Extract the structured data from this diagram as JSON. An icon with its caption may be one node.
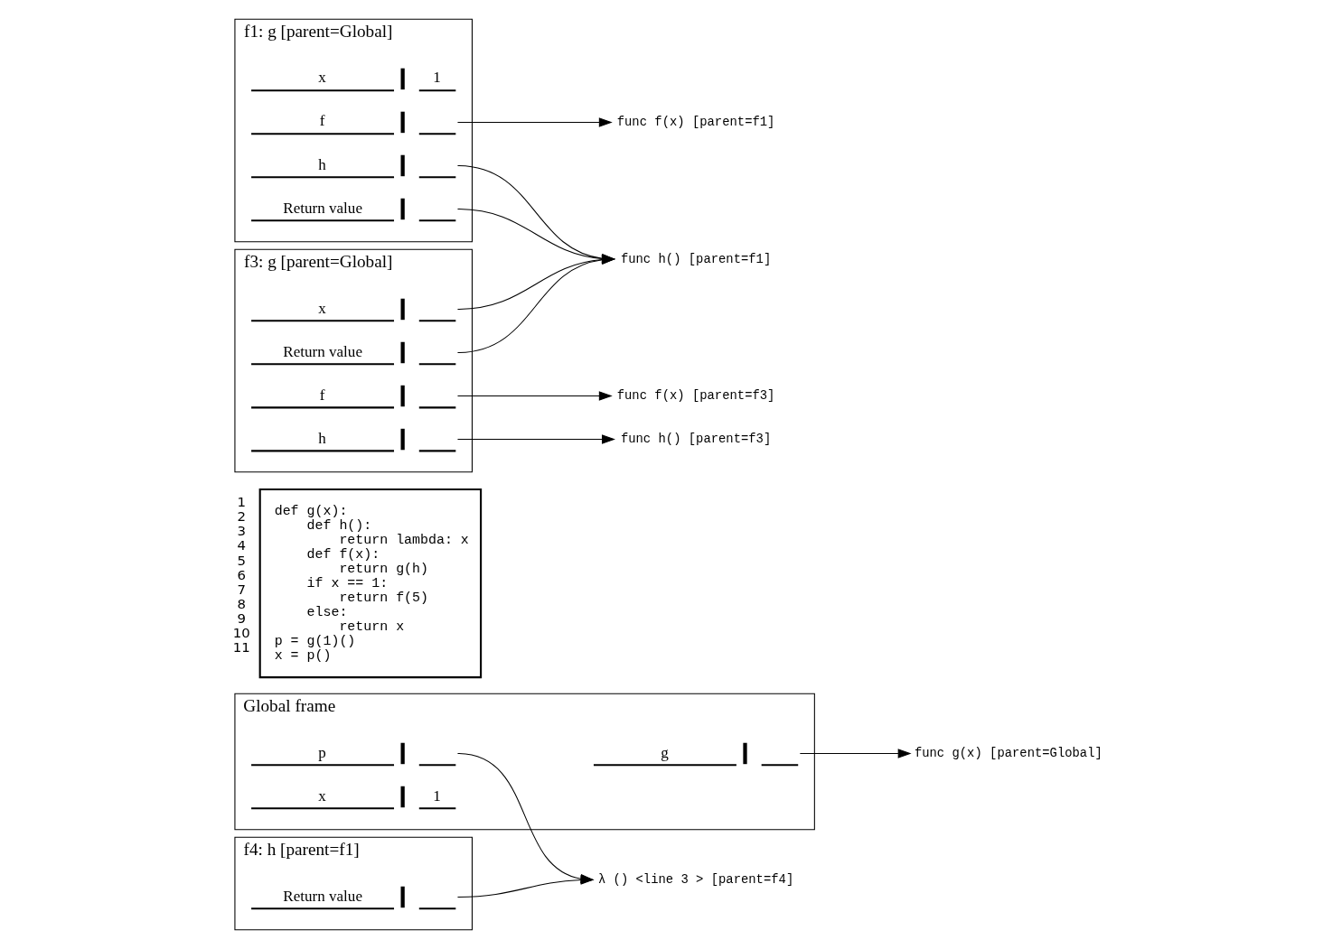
{
  "diagram": {
    "nodes": [
      {
        "text": [
          "def g(x):",
          "    def h():",
          "        return lambda: x",
          "    def f(x):",
          "        return g(h)",
          "    if x == 1:",
          "        return f(5)",
          "    else:",
          "        return x",
          "p = g(1)()",
          "x = p()"
        ],
        "beside": [
          "1",
          "2",
          "3",
          "4",
          "5",
          "6",
          "7",
          "8",
          "9",
          "10",
          "11"
        ]
      },
      {
        "text": [
          "Global frame"
        ]
      },
      {
        "text": [
          "g"
        ],
        "in": 1
      },
      {
        "text": [
          "p"
        ],
        "in": 1
      },
      {
        "text": [
          "x",
          "1"
        ],
        "in": 1
      },
      {
        "text": [
          "f1: g [parent=Global]"
        ]
      },
      {
        "text": [
          "x",
          "1"
        ],
        "in": 5
      },
      {
        "text": [
          "f"
        ],
        "in": 5
      },
      {
        "text": [
          "h"
        ],
        "in": 5
      },
      {
        "text": [
          "Return value"
        ],
        "in": 5
      },
      {
        "text": [
          "f3: g [parent=Global]"
        ]
      },
      {
        "text": [
          "x"
        ],
        "in": 10
      },
      {
        "text": [
          "f"
        ],
        "in": 10
      },
      {
        "text": [
          "h"
        ],
        "in": 10
      },
      {
        "text": [
          "Return value"
        ],
        "in": 10
      },
      {
        "text": [
          "f4: h [parent=f1]"
        ]
      },
      {
        "text": [
          "Return value"
        ],
        "in": 15
      },
      {
        "text": [
          "func g(x) [parent=Global]"
        ]
      },
      {
        "text": [
          "func h() [parent=f1]"
        ]
      },
      {
        "text": [
          "func f(x) [parent=f1]"
        ]
      },
      {
        "text": [
          "func h() [parent=f3]"
        ]
      },
      {
        "text": [
          "func f(x) [parent=f3]"
        ]
      },
      {
        "text": [
          "λ () <line 3 > [parent=f4]"
        ]
      }
    ],
    "edges": [
      {
        "from": 2,
        "to": 17,
        "arrow": "to"
      },
      {
        "from": 3,
        "to": 22,
        "arrow": "to"
      },
      {
        "from": 7,
        "to": 19,
        "arrow": "to"
      },
      {
        "from": 8,
        "to": 18,
        "arrow": "to"
      },
      {
        "from": 9,
        "to": 18,
        "arrow": "to"
      },
      {
        "from": 11,
        "to": 18,
        "arrow": "to"
      },
      {
        "from": 12,
        "to": 21,
        "arrow": "to"
      },
      {
        "from": 13,
        "to": 20,
        "arrow": "to"
      },
      {
        "from": 14,
        "to": 18,
        "arrow": "to"
      },
      {
        "from": 16,
        "to": 22,
        "arrow": "to"
      }
    ]
  }
}
